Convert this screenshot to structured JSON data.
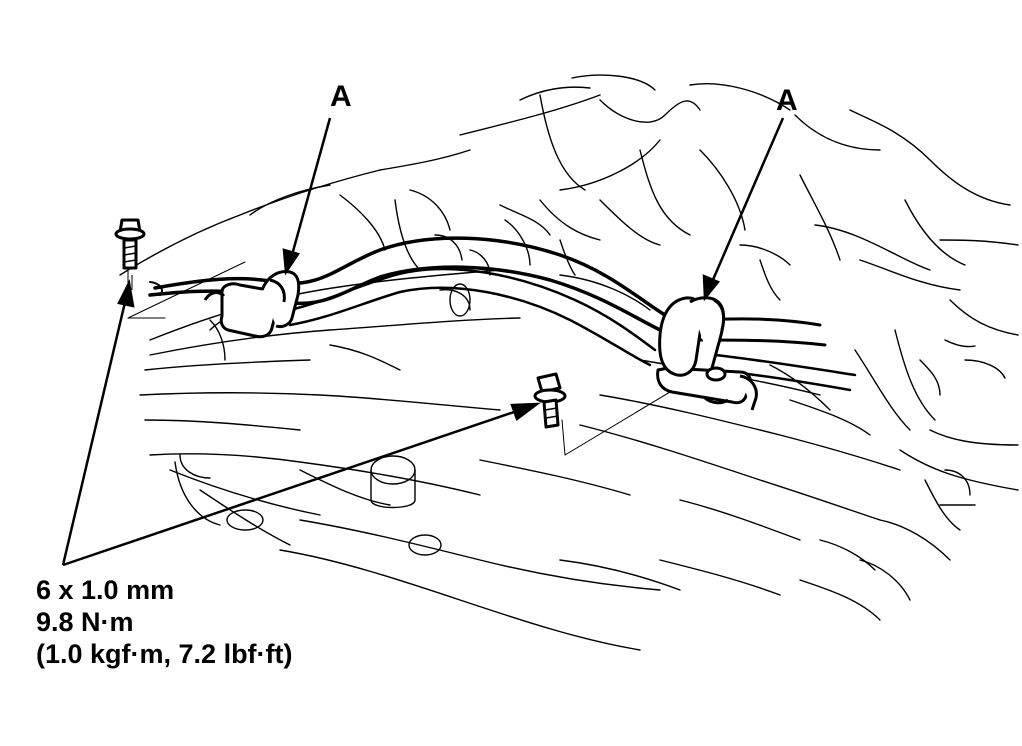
{
  "callouts": {
    "clamp_left_label": "A",
    "clamp_right_label": "A"
  },
  "bolt_spec": {
    "size": "6 x 1.0 mm",
    "torque_nm": "9.8 N·m",
    "torque_alt": "(1.0 kgf·m, 7.2 lbf·ft)"
  },
  "colors": {
    "line": "#000000",
    "background": "#ffffff"
  }
}
